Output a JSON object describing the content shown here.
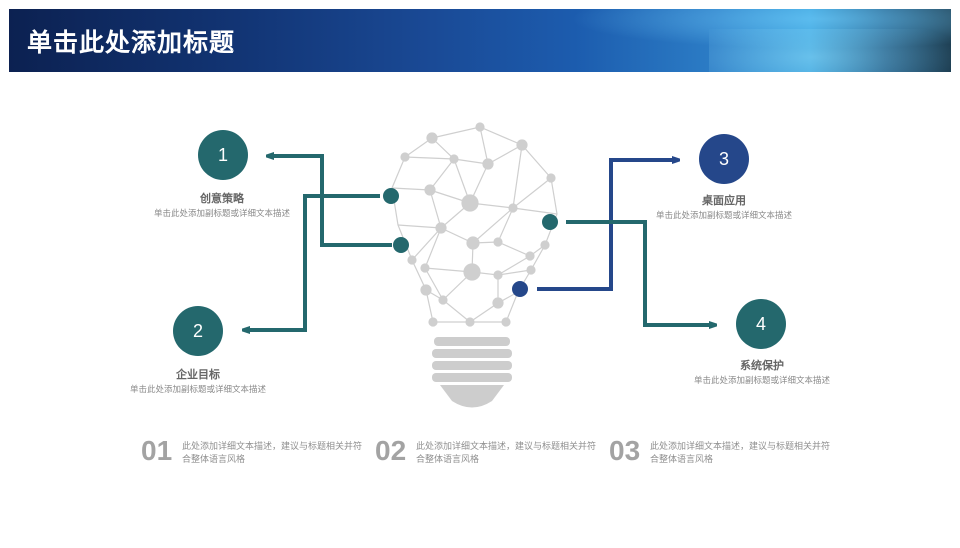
{
  "header": {
    "title": "单击此处添加标题"
  },
  "items": [
    {
      "number": "1",
      "heading": "创意策略",
      "text": "单击此处添加副标题或详细文本描述",
      "color": "#24686d"
    },
    {
      "number": "2",
      "heading": "企业目标",
      "text": "单击此处添加副标题或详细文本描述",
      "color": "#24686d"
    },
    {
      "number": "3",
      "heading": "桌面应用",
      "text": "单击此处添加副标题或详细文本描述",
      "color": "#25478a"
    },
    {
      "number": "4",
      "heading": "系统保护",
      "text": "单击此处添加副标题或详细文本描述",
      "color": "#24686d"
    }
  ],
  "steps": [
    {
      "number": "01",
      "text": "此处添加详细文本描述，建议与标题相关并符合整体语言风格"
    },
    {
      "number": "02",
      "text": "此处添加详细文本描述，建议与标题相关并符合整体语言风格"
    },
    {
      "number": "03",
      "text": "此处添加详细文本描述，建议与标题相关并符合整体语言风格"
    }
  ],
  "colors": {
    "teal": "#24686d",
    "navy": "#25478a",
    "bulb": "#cdcdcd"
  }
}
